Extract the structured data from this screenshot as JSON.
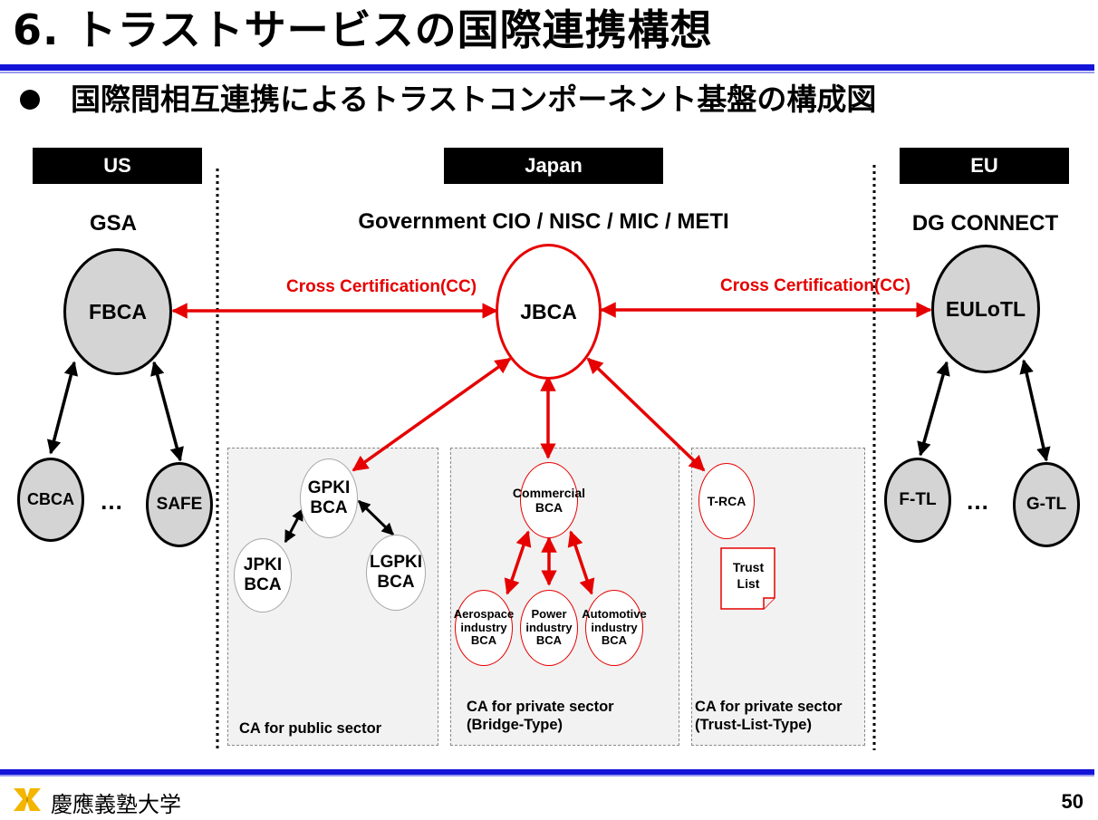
{
  "title": "6. トラストサービスの国際連携構想",
  "subtitle": "国際間相互連携によるトラストコンポーネント基盤の構成図",
  "regions": {
    "us": {
      "tab": "US",
      "authority": "GSA"
    },
    "japan": {
      "tab": "Japan",
      "authority": "Government CIO / NISC / MIC / METI"
    },
    "eu": {
      "tab": "EU",
      "authority": "DG CONNECT"
    }
  },
  "cross_certification": {
    "left_label": "Cross Certification(CC)",
    "right_label": "Cross Certification(CC)"
  },
  "nodes": {
    "fbca": "FBCA",
    "cbca": "CBCA",
    "safe": "SAFE",
    "jbca": "JBCA",
    "eulotl": "EULoTL",
    "ftl": "F-TL",
    "gtl": "G-TL",
    "gpki": "GPKI\nBCA",
    "jpki": "JPKI\nBCA",
    "lgpki": "LGPKI\nBCA",
    "commercial": "Commercial\nBCA",
    "aerospace": "Aerospace\nindustry\nBCA",
    "power": "Power\nindustry\nBCA",
    "automotive": "Automotive\nindustry\nBCA",
    "trca": "T-RCA",
    "trust_list": "Trust\nList"
  },
  "ellipsis": "…",
  "panels": {
    "public": "CA for public sector",
    "private_bridge": "CA for private sector\n(Bridge-Type)",
    "private_trust": "CA for private sector\n(Trust-List-Type)"
  },
  "footer": {
    "university": "慶應義塾大学",
    "page_number": "50"
  },
  "colors": {
    "accent_blue": "#1414d8",
    "cross_cert_red": "#e60000",
    "node_grey": "#d4d4d4",
    "logo_yellow": "#f2b600"
  },
  "icons": [
    "keio-pen-logo",
    "document-icon"
  ]
}
